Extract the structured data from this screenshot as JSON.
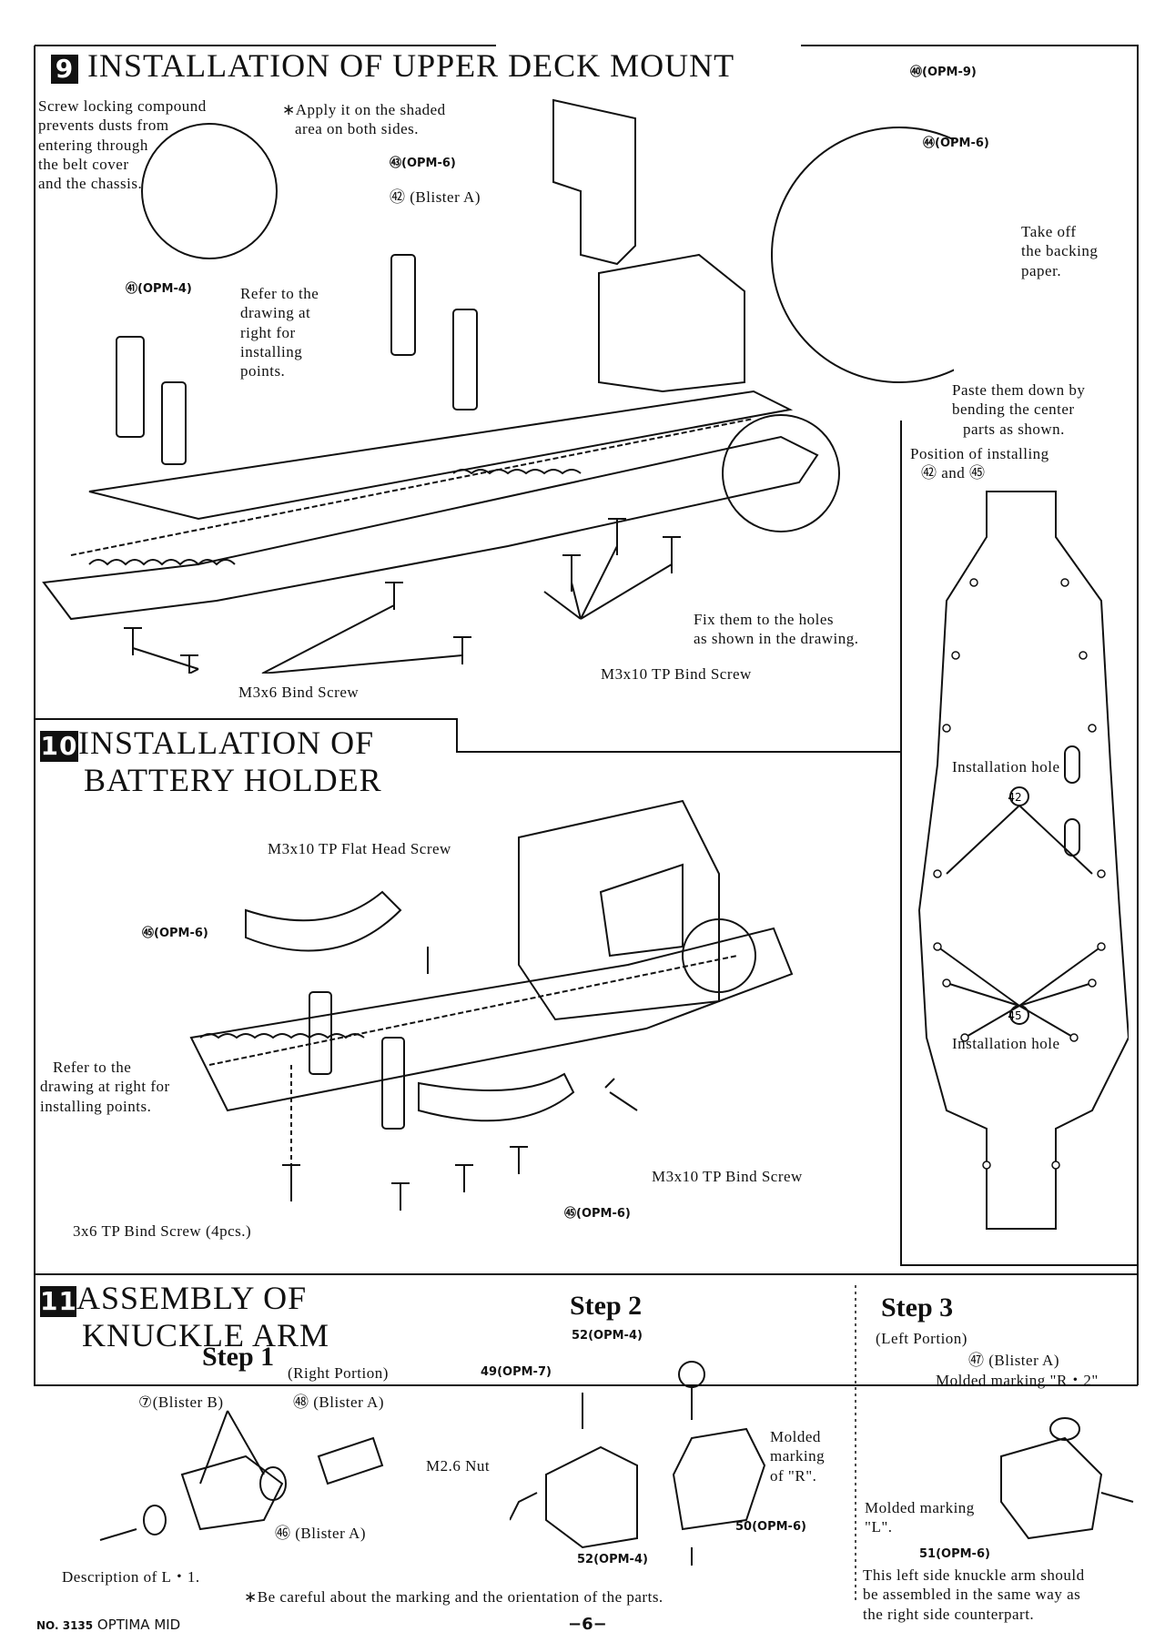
{
  "sections": {
    "s9": {
      "number": "9",
      "title": "INSTALLATION OF UPPER DECK MOUNT",
      "note_compound": [
        "Screw locking compound",
        "prevents dusts from",
        "entering through",
        "the belt cover",
        "and the chassis."
      ],
      "note_apply": [
        "∗Apply it on the shaded",
        "area on both sides."
      ],
      "parts": {
        "p43": "㊸(OPM-6)",
        "p42": "㊷ (Blister A)",
        "p41": "㊶(OPM-4)",
        "p40": "㊵(OPM-9)",
        "p44": "㊹(OPM-6)"
      },
      "refer": [
        "Refer to the",
        "drawing at",
        "right for",
        "installing",
        "points."
      ],
      "backing": [
        "Take off",
        "the backing",
        "paper."
      ],
      "paste": [
        "Paste them down by",
        "bending the center",
        "parts as shown."
      ],
      "position": [
        "Position of installing",
        "㊷ and ㊺"
      ],
      "fix": [
        "Fix them to the holes",
        "as shown in the drawing."
      ],
      "m3x10_bind": "M3x10 TP Bind Screw",
      "m3x6_bind": "M3x6 Bind Screw",
      "install_hole_42": "Installation hole",
      "circ42": "42",
      "circ45": "45",
      "install_hole_45": "Installation hole"
    },
    "s10": {
      "number": "10",
      "title_line1": "INSTALLATION OF",
      "title_line2": "BATTERY HOLDER",
      "flat_head": "M3x10 TP Flat Head Screw",
      "p45a": "㊺(OPM-6)",
      "p45b": "㊺(OPM-6)",
      "refer": [
        "Refer to the",
        "drawing at right for",
        "installing points."
      ],
      "bind": "M3x10 TP Bind Screw",
      "tp_bind": "3x6 TP Bind Screw (4pcs.)"
    },
    "s11": {
      "number": "11",
      "title_line1": "ASSEMBLY OF",
      "title_line2": "KNUCKLE ARM",
      "step1": "Step 1",
      "right_portion": "(Right Portion)",
      "p7": "⑦(Blister B)",
      "p48": "㊽ (Blister A)",
      "p46": "㊻ (Blister A)",
      "desc": "Description of L・1.",
      "careful": "∗Be careful about the marking and the orientation of the parts.",
      "step2": "Step 2",
      "p52a": "52(OPM-4)",
      "p49": "49(OPM-7)",
      "m26": "M2.6 Nut",
      "molded_r": [
        "Molded",
        "marking",
        "of \"R\"."
      ],
      "p52b": "52(OPM-4)",
      "p50": "50(OPM-6)",
      "step3": "Step 3",
      "left_portion": "(Left Portion)",
      "p47": "㊼ (Blister A)",
      "molded_r2": "Molded marking \"R・2\"",
      "molded_l": [
        "Molded marking",
        "\"L\"."
      ],
      "p51": "51(OPM-6)",
      "left_note": [
        "This left side knuckle arm should",
        "be assembled in the same way as",
        "the right side counterpart."
      ]
    }
  },
  "footer": {
    "no": "NO. 3135",
    "model": "OPTIMA MID",
    "page": "−6−"
  }
}
